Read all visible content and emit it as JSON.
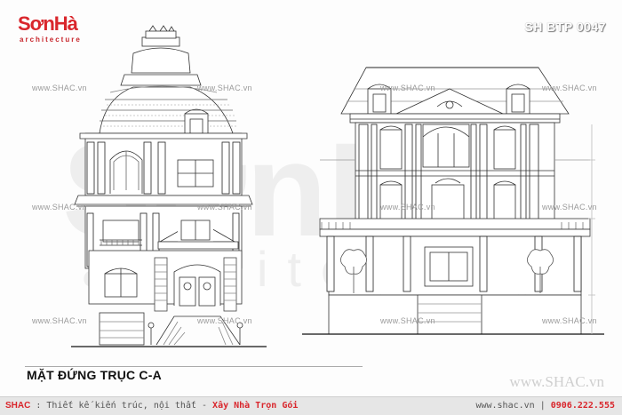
{
  "header": {
    "brand": "SơnHà",
    "brand_sub": "architecture",
    "code": "SH BTP 0047"
  },
  "watermark": {
    "site": "www.SHAC.vn",
    "big_letters": "SơnHà",
    "big_word": "architecture"
  },
  "drawing": {
    "title": "MẶT ĐỨNG TRỤC C-A"
  },
  "site_large": "www.SHAC.vn",
  "footer": {
    "brand": "SHAC",
    "separator": " : ",
    "tagline": "Thiết kế kiến trúc, nội thất - ",
    "slogan": "Xây Nhà Trọn Gói",
    "site": "www.shac.vn",
    "divider": " | ",
    "phone": "0906.222.555"
  }
}
